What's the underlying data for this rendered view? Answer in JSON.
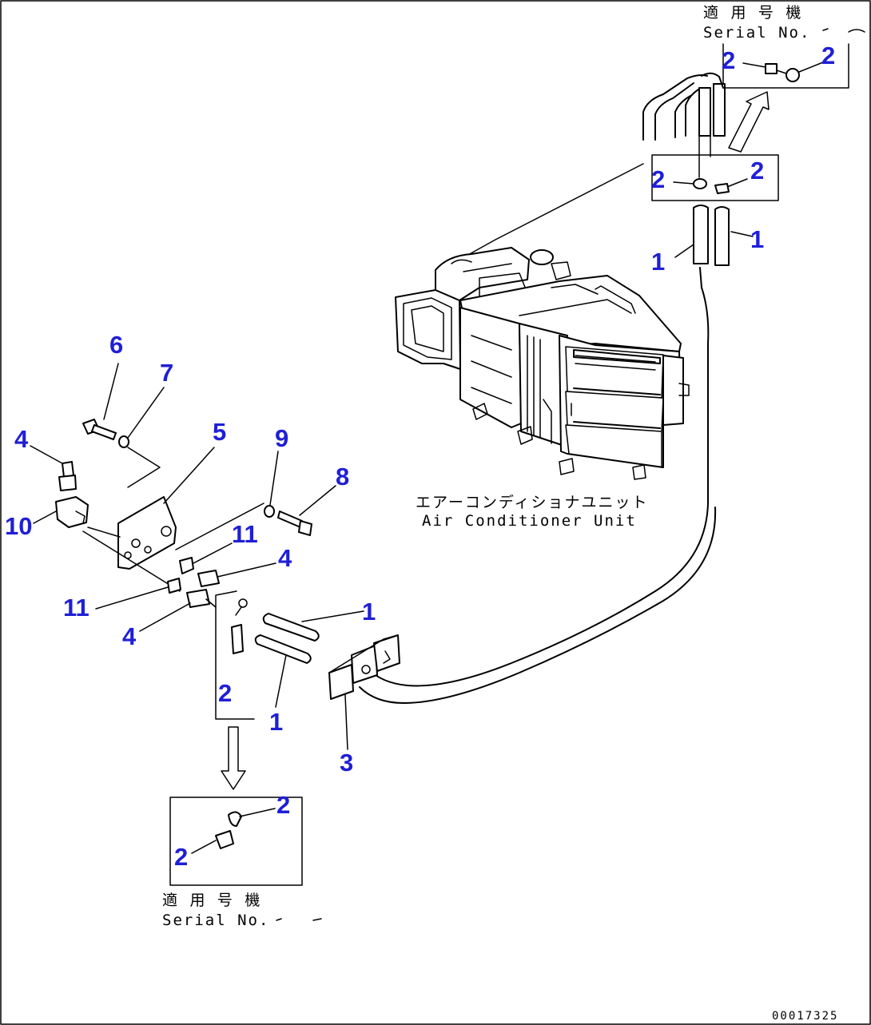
{
  "callouts": {
    "top_inset_left": "2",
    "top_inset_right": "2",
    "mid_box_left": "2",
    "mid_box_right": "2",
    "hose_top_left": "1",
    "hose_top_right": "1",
    "bolt_6": "6",
    "washer_7": "7",
    "plug_4_top": "4",
    "bracket_5": "5",
    "washer_9": "9",
    "bolt_8": "8",
    "block_10": "10",
    "nut_11_upper": "11",
    "plug_4_mid": "4",
    "nut_11_lower": "11",
    "plug_4_lower": "4",
    "hose_lower_upper": "1",
    "hose_lower_lower": "1",
    "clip_2_left": "2",
    "clamp_3": "3",
    "bottom_inset_upper": "2",
    "bottom_inset_lower": "2"
  },
  "labels": {
    "top_applicable_serial_jp": "適 用 号 機",
    "top_serial_no": "Serial No.",
    "unit_name_jp": "エアーコンディショナユニット",
    "unit_name_en": "Air Conditioner Unit",
    "bottom_applicable_serial_jp": "適 用 号 機",
    "bottom_serial_no": "Serial No.",
    "document_number": "00017325"
  }
}
